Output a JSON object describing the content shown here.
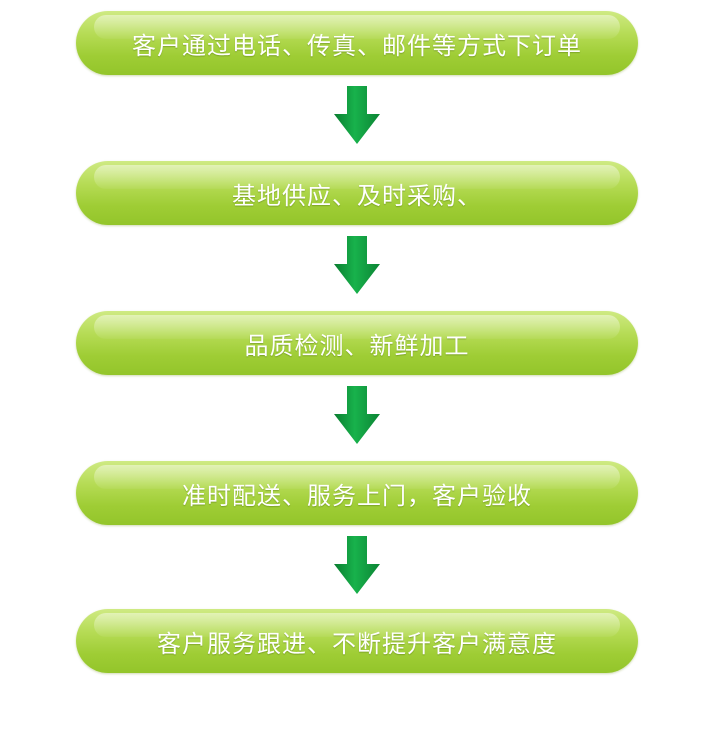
{
  "steps": [
    {
      "label": "客户通过电话、传真、邮件等方式下订单"
    },
    {
      "label": "基地供应、及时采购、"
    },
    {
      "label": "品质检测、新鲜加工"
    },
    {
      "label": "准时配送、服务上门，客户验收"
    },
    {
      "label": "客户服务跟进、不断提升客户满意度"
    }
  ],
  "colors": {
    "step_fill": "#a8d23f",
    "step_text": "#ffffff",
    "arrow": "#0e9a3e"
  }
}
